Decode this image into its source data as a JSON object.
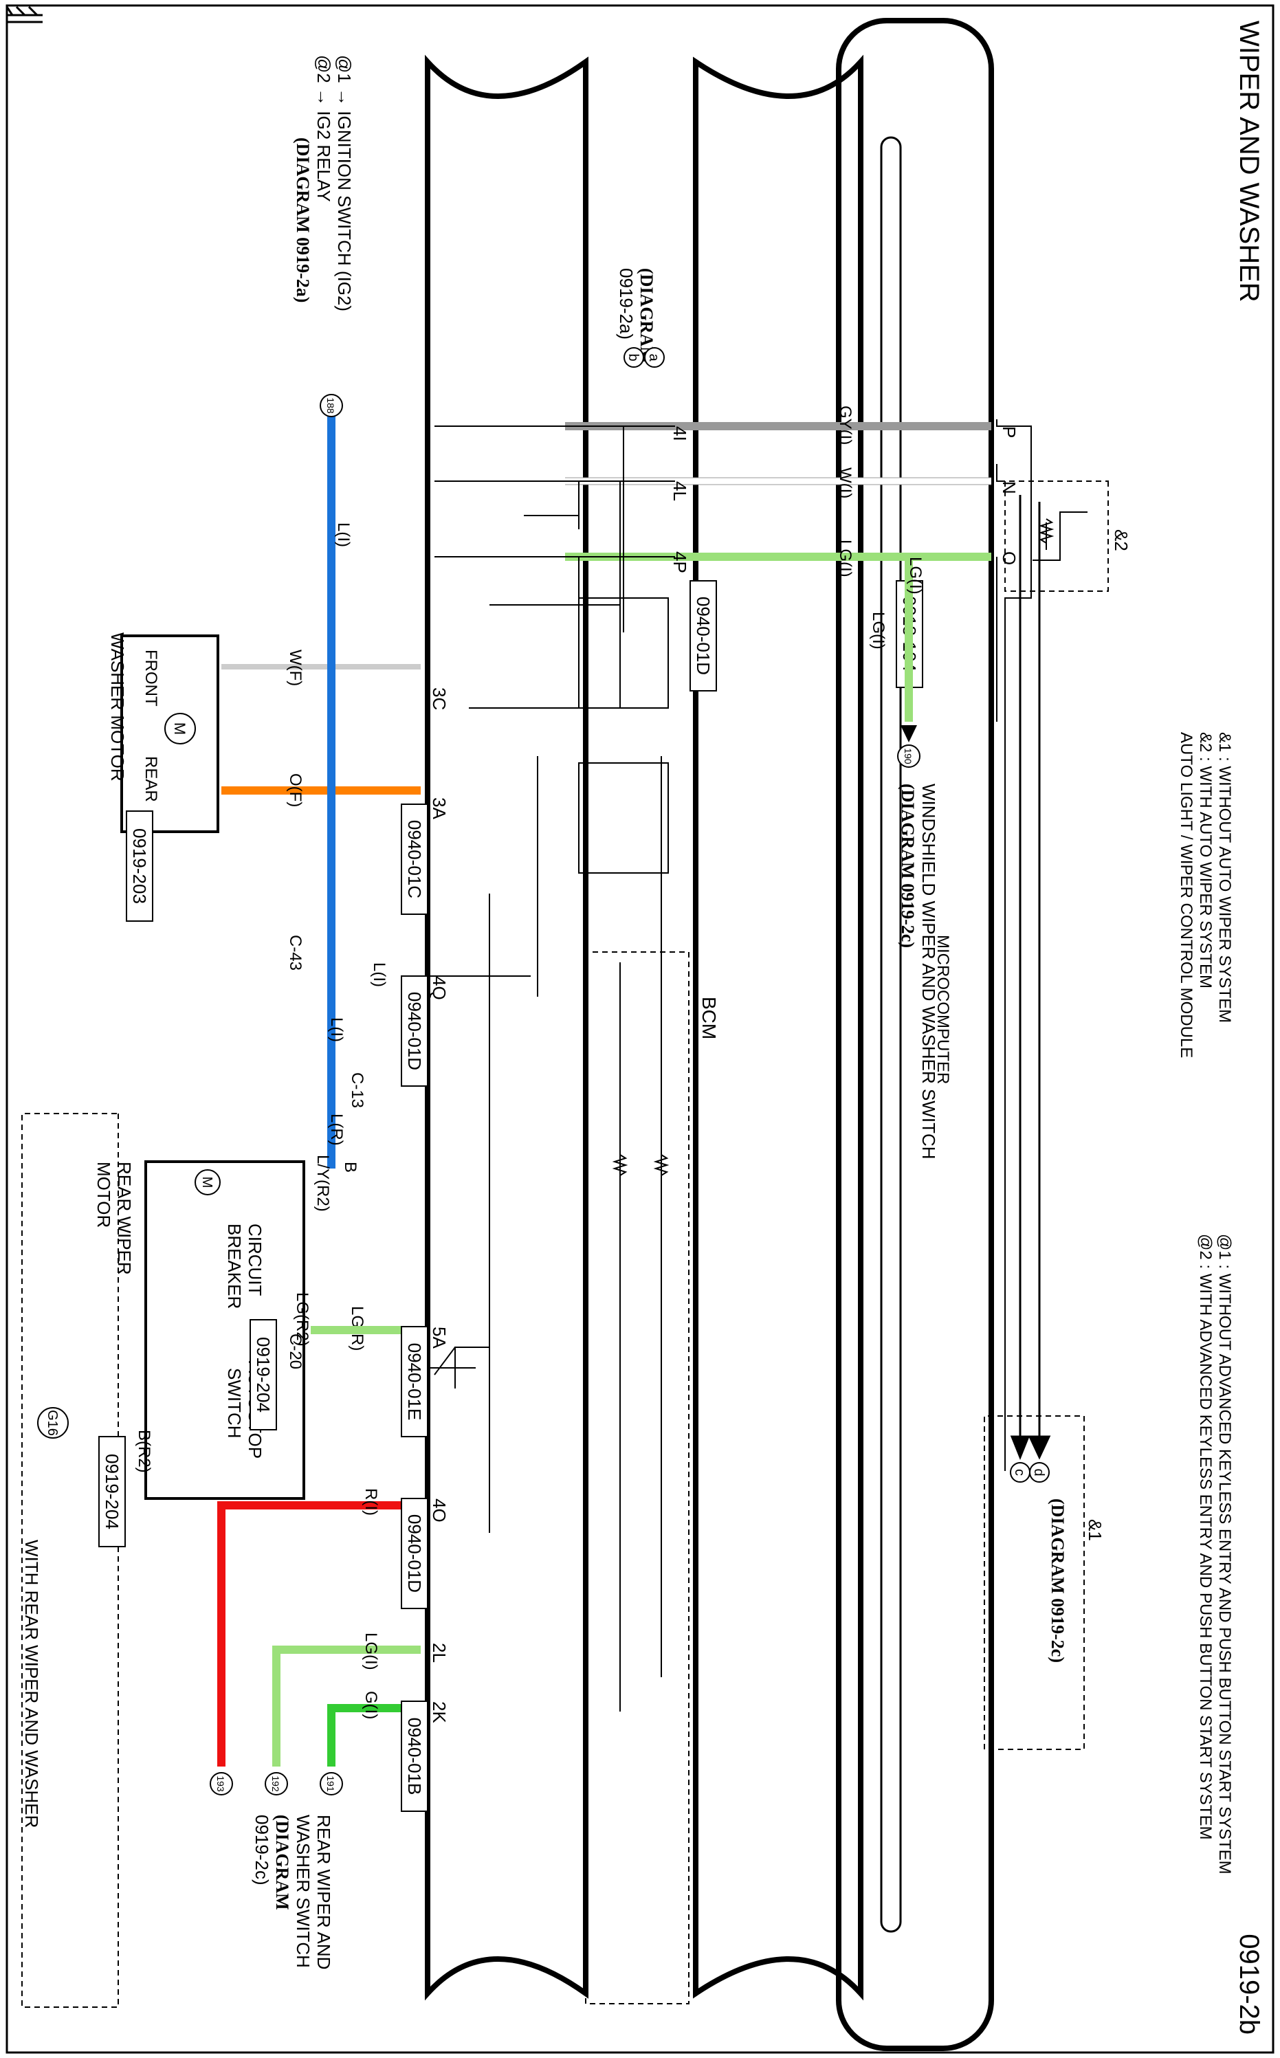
{
  "page": {
    "title": "WIPER AND WASHER",
    "code": "0919-2b"
  },
  "notes": {
    "amp1": "&1 : WITHOUT AUTO WIPER SYSTEM",
    "amp2": "&2 : WITH AUTO WIPER SYSTEM",
    "at1": "@1 : WITHOUT ADVANCED KEYLESS ENTRY AND PUSH BUTTON START SYSTEM",
    "at2": "@2 : WITH ADVANCED KEYLESS ENTRY AND PUSH BUTTON START SYSTEM",
    "at1_ign": "@1 → IGNITION SWITCH (IG2)",
    "at2_ign": "@2 → IG2 RELAY",
    "ign_diag": "(DIAGRAM 0919-2a)"
  },
  "modules": {
    "auto_light": "AUTO LIGHT / WIPER CONTROL MODULE",
    "microcomputer": "MICROCOMPUTER",
    "bcm": "BCM",
    "amp2_tag": "&2",
    "amp1_tag": "&1"
  },
  "connectors": {
    "c0918_104": "0918-104",
    "c0940_01D_a": "0940-01D",
    "c0940_01C": "0940-01C",
    "c0940_01D_b": "0940-01D",
    "c0940_01E": "0940-01E",
    "c0940_01D_c": "0940-01D",
    "c0940_01B": "0940-01B",
    "c0919_203": "0919-203",
    "c0919_204_a": "0919-204",
    "c0919_204_b": "0919-204",
    "c43": "C-43",
    "c13": "C-13",
    "c20": "C-20"
  },
  "terminals": {
    "P": "P",
    "N": "N",
    "O": "O",
    "t4I": "4I",
    "t4L": "4L",
    "t4P": "4P",
    "t3C": "3C",
    "t3A": "3A",
    "t4Q": "4Q",
    "t5A": "5A",
    "t4O": "4O",
    "t2L": "2L",
    "t2K": "2K"
  },
  "wires": {
    "gy": "GY(I)",
    "w": "W(I)",
    "lg1": "LG(I)",
    "lg2": "LG(I)",
    "lg3": "LG(I)",
    "li": "L(I)",
    "wf": "W(F)",
    "of": "O(F)",
    "li2": "L(I)",
    "li3": "L(I)",
    "lr": "L(R)",
    "b": "B",
    "ly": "L/Y(R2)",
    "lgr2": "LG(R2)",
    "lgr": "LG(R)",
    "br2": "B(R2)",
    "ri": "R(I)",
    "lgi": "LG(I)",
    "gi": "G(I)"
  },
  "components": {
    "washer_front": "FRONT",
    "washer_rear": "REAR",
    "washer_motor": "WASHER MOTOR",
    "rear_wiper_motor_1": "REAR WIPER",
    "rear_wiper_motor_2": "MOTOR",
    "circuit_breaker_1": "CIRCUIT",
    "circuit_breaker_2": "BREAKER",
    "autostop_1": "AUTOSTOP",
    "autostop_2": "SWITCH",
    "motor_m": "M",
    "ground": "G16"
  },
  "refs": {
    "ab_diag_1": "(DIAGRAM",
    "ab_diag_2": "0919-2a)",
    "a": "a",
    "b": "b",
    "c": "c",
    "d": "d",
    "cd_diag": "(DIAGRAM 0919-2c)",
    "r190": "190",
    "ws_1": "WINDSHIELD WIPER AND WASHER SWITCH",
    "ws_2": "(DIAGRAM 0919-2c)",
    "r188": "188",
    "r191": "191",
    "r192": "192",
    "r193": "193",
    "rw_1": "REAR WIPER AND",
    "rw_2": "WASHER SWITCH",
    "rw_3": "(DIAGRAM",
    "rw_4": "0919-2c)",
    "rear_region": "WITH REAR WIPER AND WASHER"
  },
  "colors": {
    "blue": "#1a73d9",
    "gray": "#999999",
    "light_green": "#9be07a",
    "green": "#33cc33",
    "orange": "#ff8000",
    "red": "#ee1111"
  }
}
